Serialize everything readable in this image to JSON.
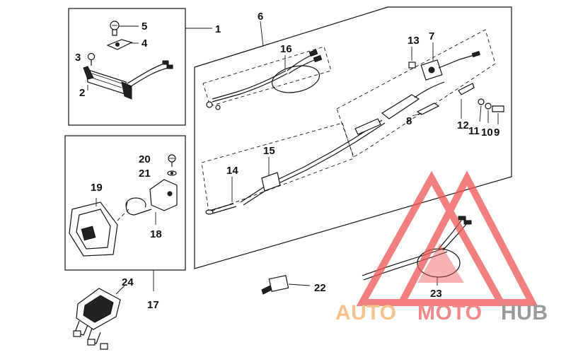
{
  "callouts": {
    "c1": "1",
    "c2": "2",
    "c3": "3",
    "c4": "4",
    "c5": "5",
    "c6": "6",
    "c7": "7",
    "c8": "8",
    "c9": "9",
    "c10": "10",
    "c11": "11",
    "c12": "12",
    "c13": "13",
    "c14": "14",
    "c15": "15",
    "c16": "16",
    "c17": "17",
    "c18": "18",
    "c19": "19",
    "c20": "20",
    "c21": "21",
    "c22": "22",
    "c23": "23",
    "c24": "24"
  },
  "watermark": {
    "part1": "AUTO",
    "part2": "MOTO",
    "part3": "HUB",
    "colors": {
      "auto": "#f5c28a",
      "moto": "#f08a8a",
      "hub": "#9a9a9a",
      "triangle": "#ee5555"
    }
  }
}
